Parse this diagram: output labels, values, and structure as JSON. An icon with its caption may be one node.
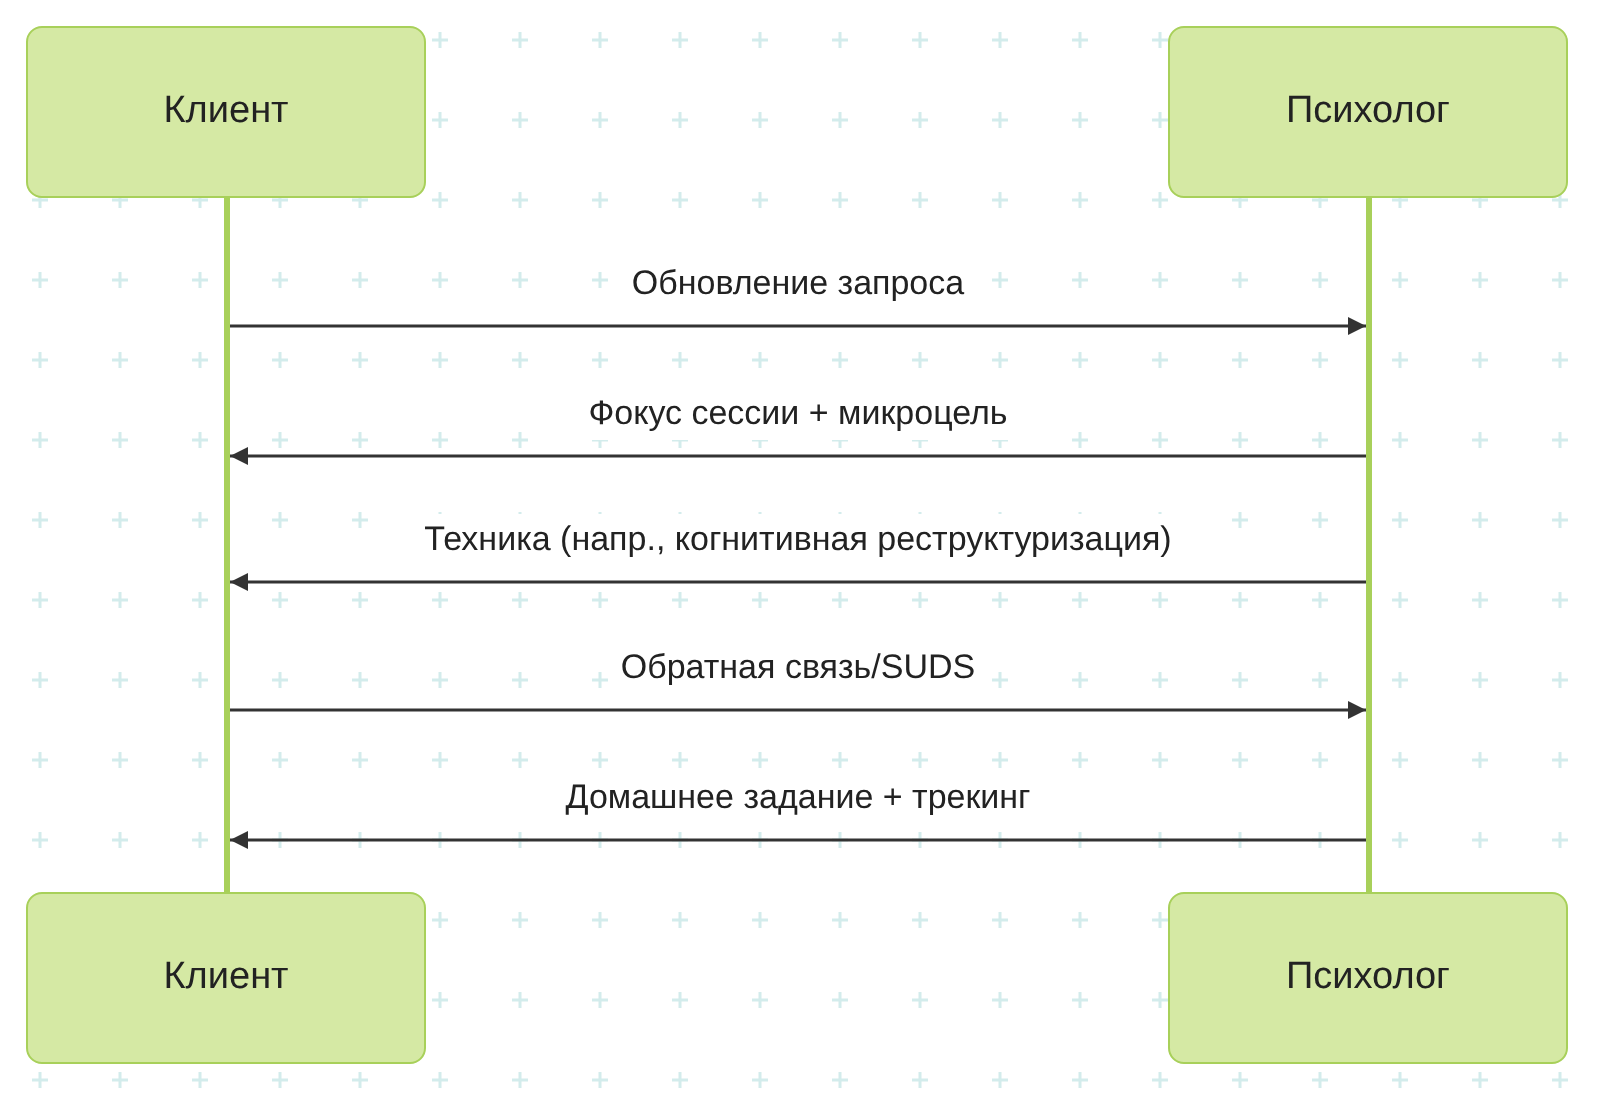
{
  "diagram": {
    "nodes": [
      {
        "text": [
          "Клиент"
        ]
      },
      {
        "text": [
          "Психолог"
        ]
      },
      {
        "text": [],
        "shape": "line"
      },
      {
        "text": [],
        "shape": "line"
      },
      {
        "text": [
          "Клиент"
        ]
      },
      {
        "text": [
          "Психолог"
        ]
      }
    ],
    "edges": [
      {
        "from": 2,
        "to": 3,
        "arrow": "to",
        "label": "Обновление запроса"
      },
      {
        "from": 3,
        "to": 2,
        "arrow": "to",
        "label": "Фокус сессии + микроцель"
      },
      {
        "from": 3,
        "to": 2,
        "arrow": "to",
        "label": "Техника (напр., когнитивная реструктуризация)"
      },
      {
        "from": 2,
        "to": 3,
        "arrow": "to",
        "label": "Обратная связь/SUDS"
      },
      {
        "from": 3,
        "to": 2,
        "arrow": "to",
        "label": "Домашнее задание + трекинг"
      }
    ]
  }
}
